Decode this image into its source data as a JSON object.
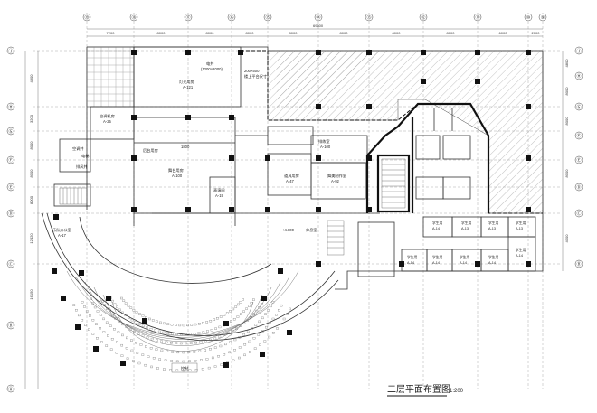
{
  "drawing": {
    "title": "二层平面布置图",
    "scale": "1:200",
    "overall_dim": "69600"
  },
  "grid_top": [
    "⑲",
    "⑱",
    "⑰",
    "⑯",
    "⑮",
    "⑭",
    "⑬",
    "⑫",
    "⑪",
    "⑩",
    "⑨"
  ],
  "dims_top": [
    "7200",
    "8000",
    "8000",
    "8000",
    "8000",
    "8000",
    "8000",
    "8000",
    "6000",
    "2000"
  ],
  "grid_left": [
    "Ⓙ",
    "Ⓗ",
    "Ⓖ",
    "Ⓕ",
    "Ⓔ",
    "Ⓓ",
    "Ⓒ",
    "Ⓑ",
    "Ⓐ"
  ],
  "dims_left": [
    "4800",
    "3200",
    "8000",
    "8000",
    "8000",
    "12420",
    "16150"
  ],
  "grid_right": [
    "Ⓙ",
    "Ⓗ",
    "Ⓖ",
    "Ⓕ",
    "Ⓔ",
    "Ⓓ",
    "Ⓒ",
    "Ⓑ"
  ],
  "dims_right": [
    "4800",
    "8000",
    "8000",
    "8000",
    "4000"
  ],
  "rooms": {
    "lift": "电井",
    "lift_size": "(1200×2000)",
    "lighting": "灯光用房",
    "lighting_no": "A-121",
    "void_note": "200×500",
    "void_note2": "楼上平台尺寸",
    "ac": "空调机房",
    "ac_no": "A-25",
    "duct": "空调井",
    "duct2": "电梯",
    "smoke": "排风井",
    "prep": "后台用房",
    "prep_size": "1800",
    "stage": "舞台用房",
    "stage_no": "A-100",
    "store": "表演间",
    "store_no": "A-19",
    "costume": "道具用房",
    "costume_no": "A-47",
    "rehearsal": "排练室",
    "rehearsal_no": "A-100",
    "makeup": "舞美制作室",
    "makeup_no": "A-92",
    "office": "乐队办公室",
    "office_no": "A-17",
    "toilet": "休息室",
    "elev_mark": "+4.800",
    "control": "控制",
    "student": "学生用",
    "student_nos": [
      "A-14",
      "A-13",
      "A-13",
      "A-13",
      "A-14",
      "A-14",
      "A-14",
      "A-14",
      "A-14"
    ]
  }
}
